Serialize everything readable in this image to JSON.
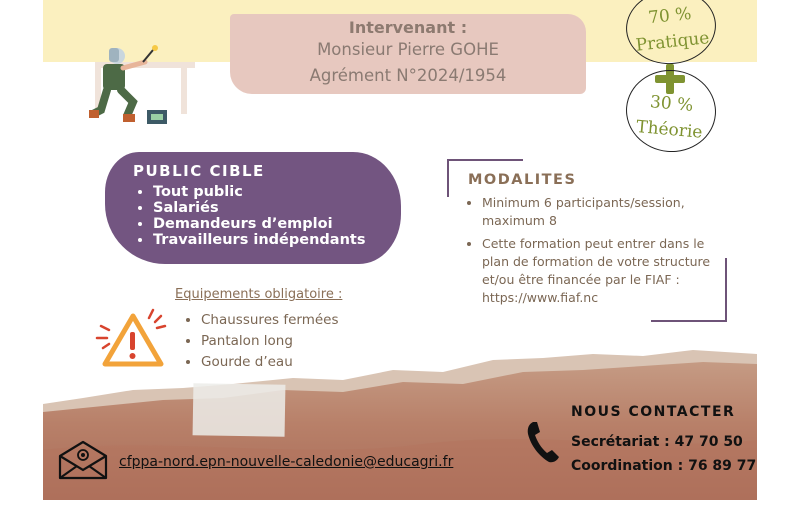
{
  "intervenant": {
    "title": "Intervenant :",
    "name": "Monsieur Pierre GOHE",
    "agrement": "Agrément N°2024/1954"
  },
  "badges": {
    "pratique_pct": "70 %",
    "pratique_label": "Pratique",
    "theorie_pct": "30 %",
    "theorie_label": "Théorie"
  },
  "public_cible": {
    "title": "PUBLIC CIBLE",
    "items": [
      "Tout public",
      "Salariés",
      "Demandeurs d’emploi",
      "Travailleurs indépendants"
    ]
  },
  "modalites": {
    "title": "MODALITES",
    "items": [
      "Minimum 6 participants/session, maximum 8",
      "Cette formation peut entrer dans le plan de formation de votre structure et/ou être financée par le FIAF : https://www.fiaf.nc"
    ]
  },
  "equipements": {
    "title": "Equipements obligatoire :",
    "items": [
      "Chaussures fermées",
      "Pantalon long",
      "Gourde d’eau"
    ]
  },
  "contact": {
    "title": "NOUS CONTACTER",
    "secretariat": "Secrétariat : 47 70 50",
    "coordination": "Coordination : 76 89 77",
    "email": "cfppa-nord.epn-nouvelle-caledonie@educagri.fr"
  },
  "colors": {
    "top_band": "#fbf0bf",
    "purple": "#735581",
    "badge_green": "#7f9331",
    "brown_text": "#8a6f57",
    "warning_orange": "#f2a33a",
    "warning_red": "#d8442e"
  },
  "icons": [
    "welder-illustration",
    "warning-icon",
    "phone-icon",
    "mail-icon",
    "plus-icon"
  ]
}
